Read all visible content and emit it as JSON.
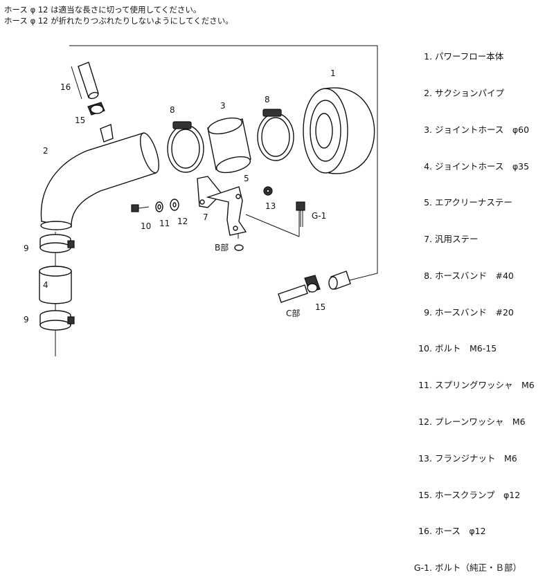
{
  "notes": [
    "ホース φ 12 は適当な長さに切って使用してください。",
    "ホース φ 12 が折れたりつぶれたりしないようにしてください。"
  ],
  "parts_list": [
    {
      "no": "1.",
      "name": "パワーフロー本体"
    },
    {
      "no": "2.",
      "name": "サクションパイプ"
    },
    {
      "no": "3.",
      "name": "ジョイントホース　φ60"
    },
    {
      "no": "4.",
      "name": "ジョイントホース　φ35"
    },
    {
      "no": "5.",
      "name": "エアクリーナステー"
    },
    {
      "no": "7.",
      "name": "汎用ステー"
    },
    {
      "no": "8.",
      "name": "ホースバンド　#40"
    },
    {
      "no": "9.",
      "name": "ホースバンド　#20"
    },
    {
      "no": "10.",
      "name": "ボルト　M6-15"
    },
    {
      "no": "11.",
      "name": "スプリングワッシャ　M6"
    },
    {
      "no": "12.",
      "name": "プレーンワッシャ　M6"
    },
    {
      "no": "13.",
      "name": "フランジナット　M6"
    },
    {
      "no": "15.",
      "name": "ホースクランプ　φ12"
    },
    {
      "no": "16.",
      "name": "ホース　φ12"
    },
    {
      "no": "G-1.",
      "name": "ボルト（純正・Ｂ部）"
    }
  ],
  "diagram_labels": {
    "l1": "1",
    "l2": "2",
    "l3": "3",
    "l4": "4",
    "l5": "5",
    "l7": "7",
    "l8a": "8",
    "l8b": "8",
    "l9a": "9",
    "l9b": "9",
    "l10": "10",
    "l11": "11",
    "l12": "12",
    "l13": "13",
    "l15a": "15",
    "l15b": "15",
    "l16": "16",
    "lg1": "G-1",
    "lb": "B部",
    "lc": "C部"
  }
}
